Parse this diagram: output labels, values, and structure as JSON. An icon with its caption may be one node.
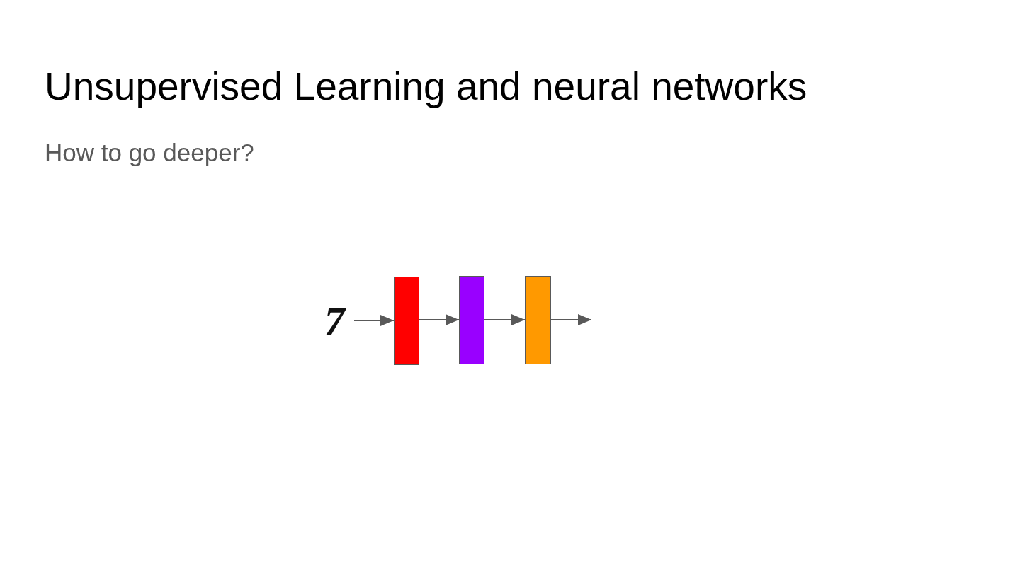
{
  "diagram": {
    "title": "Unsupervised Learning and neural networks",
    "labels": [
      "How to go deeper?"
    ],
    "nodes": [
      {
        "text": [
          "7"
        ]
      },
      {
        "text": [],
        "shape": "bar"
      },
      {
        "text": [],
        "shape": "bar"
      },
      {
        "text": [],
        "shape": "bar"
      }
    ],
    "edges": [
      {
        "from": 0,
        "to": 1,
        "arrow": "to"
      },
      {
        "from": 1,
        "to": 2,
        "arrow": "to"
      },
      {
        "from": 2,
        "to": 3,
        "arrow": "to"
      },
      {
        "from": 3,
        "to": null,
        "arrow": "to"
      }
    ]
  }
}
